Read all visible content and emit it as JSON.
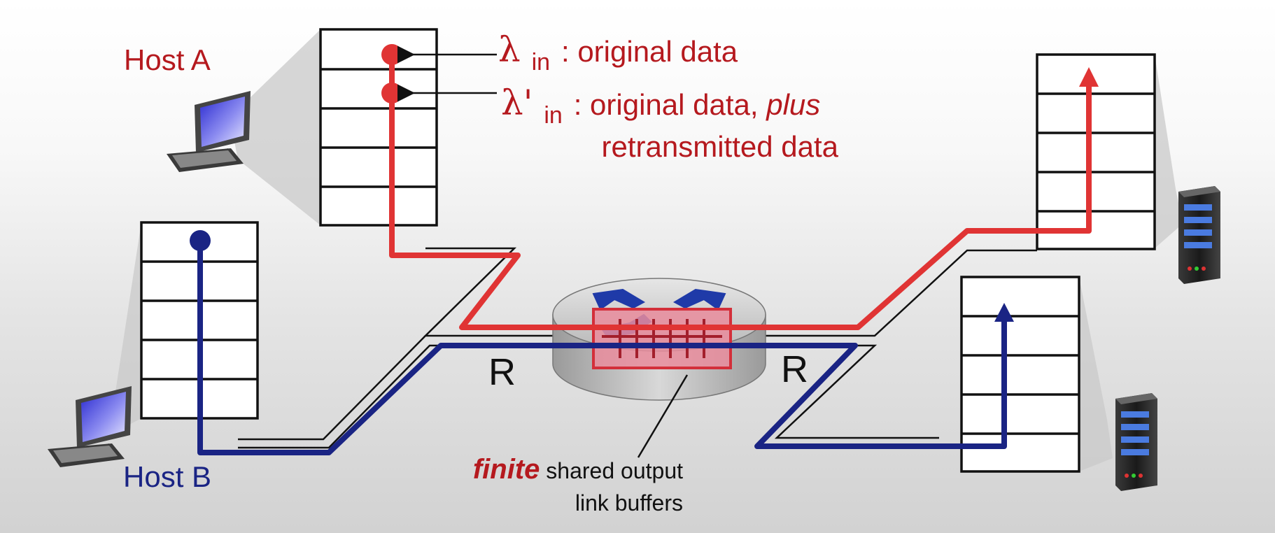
{
  "hosts": {
    "a_label": "Host A",
    "b_label": "Host B"
  },
  "annotations": {
    "lambda_in_symbol": "λ",
    "lambda_in_sub": "in",
    "lambda_in_text": ": original data",
    "lambda_prime_symbol": "λ'",
    "lambda_prime_sub": "in",
    "lambda_prime_text_1": ": original data, ",
    "lambda_prime_text_plus": "plus",
    "lambda_prime_text_2": "retransmitted data"
  },
  "links": {
    "left_rate": "R",
    "right_rate": "R"
  },
  "buffer_caption": {
    "finite": "finite",
    "line1": " shared output",
    "line2": "link buffers"
  },
  "colors": {
    "host_a_flow": "#e03434",
    "host_b_flow": "#1a2484",
    "buffer_fill": "#e98c9c",
    "buffer_stroke": "#d32f3a",
    "router_top": "#c4c4c4",
    "router_side": "#a8a8a8"
  },
  "icons": [
    "desktop-computer-icon",
    "server-icon",
    "router-icon"
  ]
}
